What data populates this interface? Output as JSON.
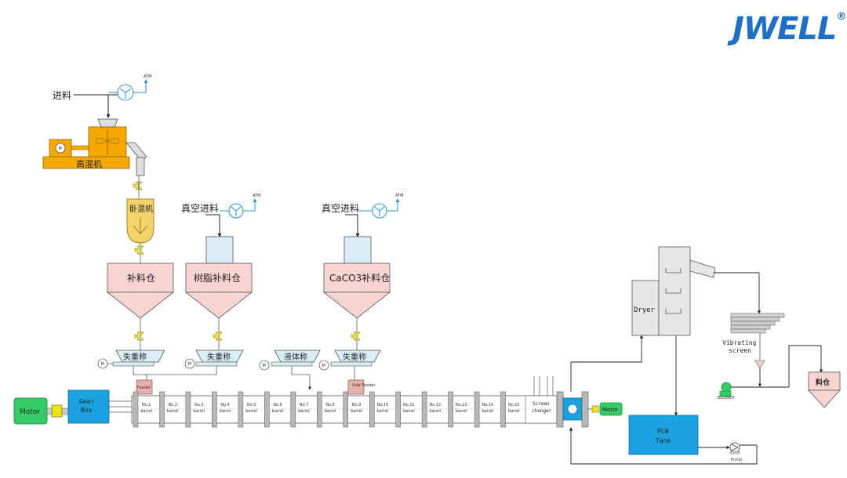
{
  "logo": {
    "text": "JWELL",
    "reg_mark": "®",
    "accent": "#1f6fc4",
    "accent2": "#f29200"
  },
  "feed": {
    "top_inlet": "进料",
    "vacuum_inlet_1": "真空进料",
    "vacuum_inlet_2": "真空进料",
    "vent_label": "ATM"
  },
  "equipment": {
    "high_speed_mixer": "高混机",
    "horizontal_mixer": "卧混机",
    "motor_small": "M",
    "hopper_1": "补料仓",
    "hopper_2": "树脂补料仓",
    "hopper_3": "CaCO3补料仓",
    "lw_feeder_1": "失重称",
    "lw_feeder_2": "失重称",
    "liquid_scale": "液体称",
    "lw_feeder_3": "失重称",
    "feeder_label": "Feeder",
    "side_feeder_label": "Side Feeder",
    "motor_left": "Motor",
    "gear_box": [
      "Gear",
      "Box"
    ],
    "motor_right": "Motor",
    "screen_changer": [
      "Screen",
      "changer"
    ],
    "dryer": "Dryer",
    "vibrating_screen": [
      "Vibrating",
      "screen"
    ],
    "material_bin": "料仓",
    "pcw_tank": [
      "PCW",
      "Tank"
    ],
    "pump": "Pump",
    "blower": "BLOWER"
  },
  "barrels": [
    [
      "No.1",
      "barrel"
    ],
    [
      "No.2",
      "barrel"
    ],
    [
      "No.3",
      "barrel"
    ],
    [
      "No.4",
      "barrel"
    ],
    [
      "No.5",
      "barrel"
    ],
    [
      "No.6",
      "barrel"
    ],
    [
      "No.7",
      "barrel"
    ],
    [
      "No.8",
      "barrel"
    ],
    [
      "No.9",
      "barrel"
    ],
    [
      "No.10",
      "barrel"
    ],
    [
      "No.11",
      "barrel"
    ],
    [
      "No.12",
      "barrel"
    ],
    [
      "No.13",
      "barrel"
    ],
    [
      "No.14",
      "barrel"
    ],
    [
      "No.15",
      "barrel"
    ]
  ],
  "colors": {
    "mixer_orange": "#f5a800",
    "hopper_pink": "#f8d4d0",
    "tank_blue": "#1aa3e0",
    "motor_green": "#33cc66",
    "coupling_yellow": "#f2e600",
    "silo_lightblue": "#d9eef4",
    "barrel_gray": "#b8b8b8",
    "vent_blue": "#2a8fd8"
  }
}
